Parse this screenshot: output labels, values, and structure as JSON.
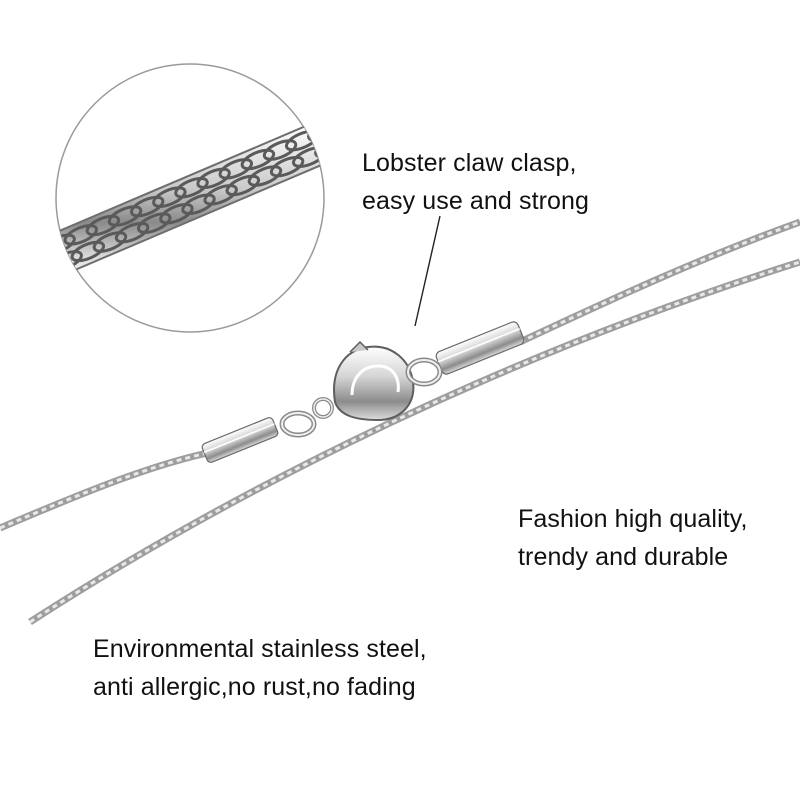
{
  "captions": {
    "clasp": {
      "line1": "Lobster claw clasp,",
      "line2": "easy use and strong"
    },
    "quality": {
      "line1": "Fashion high quality,",
      "line2": "trendy and durable"
    },
    "material": {
      "line1": "Environmental stainless steel,",
      "line2": "anti allergic,no rust,no fading"
    }
  },
  "colors": {
    "background": "#ffffff",
    "text": "#111111",
    "steel_light": "#f2f2f2",
    "steel_mid": "#bdbdbd",
    "steel_dark": "#7a7a7a",
    "leader_line": "#222222"
  }
}
